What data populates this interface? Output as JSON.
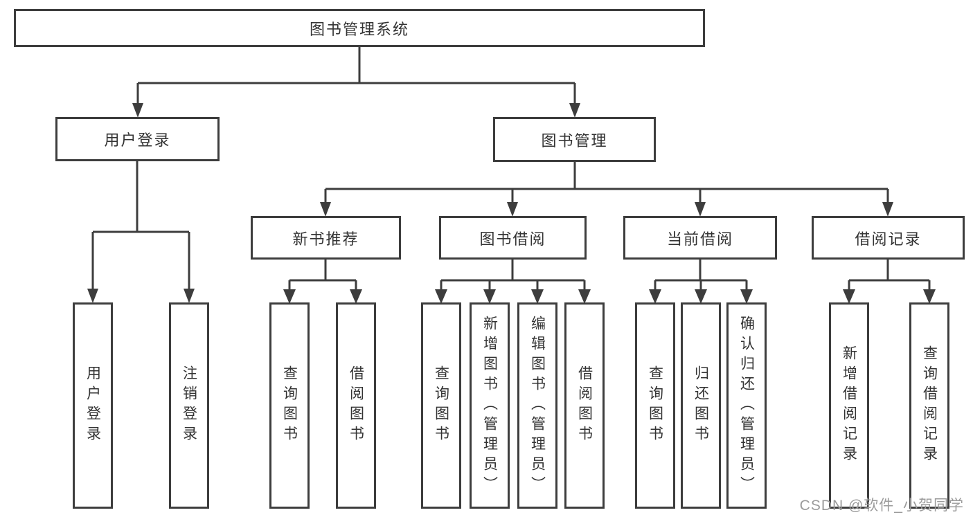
{
  "diagram": {
    "root": {
      "label": "图书管理系统"
    },
    "level1": [
      {
        "label": "用户登录"
      },
      {
        "label": "图书管理"
      }
    ],
    "level2": [
      {
        "label": "新书推荐"
      },
      {
        "label": "图书借阅"
      },
      {
        "label": "当前借阅"
      },
      {
        "label": "借阅记录"
      }
    ],
    "leaves": [
      {
        "label": "用户登录"
      },
      {
        "label": "注销登录"
      },
      {
        "label": "查询图书"
      },
      {
        "label": "借阅图书"
      },
      {
        "label": "查询图书"
      },
      {
        "label": "新增图书（管理员）"
      },
      {
        "label": "编辑图书（管理员）"
      },
      {
        "label": "借阅图书"
      },
      {
        "label": "查询图书"
      },
      {
        "label": "归还图书"
      },
      {
        "label": "确认归还（管理员）"
      },
      {
        "label": "新增借阅记录"
      },
      {
        "label": "查询借阅记录"
      }
    ]
  },
  "watermark": {
    "text": "CSDN @软件_小贺同学"
  },
  "colors": {
    "line": "#3d3d3d",
    "text": "#333333",
    "watermark": "#9b9b9b",
    "background": "#ffffff",
    "box_fill": "#ffffff"
  }
}
